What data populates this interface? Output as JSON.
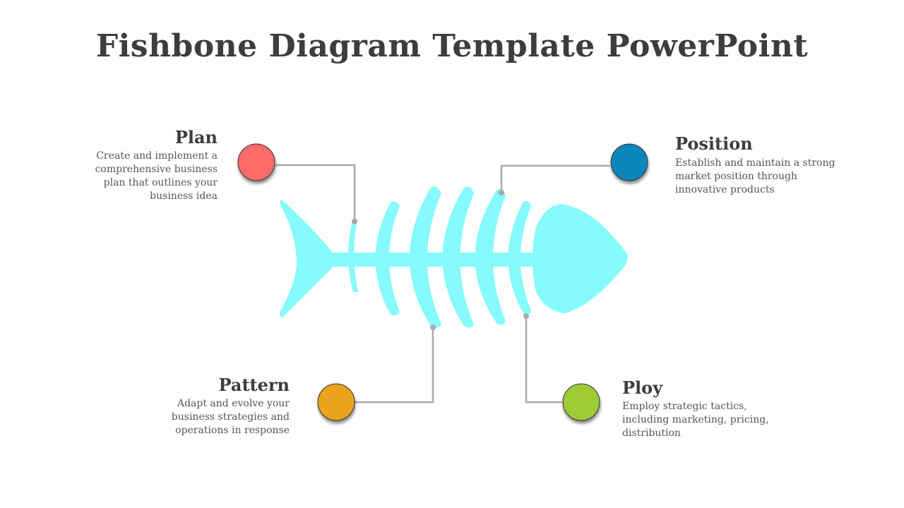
{
  "title": "Fishbone Diagram Template PowerPoint",
  "fish_color": "#86fafe",
  "connector_color": "#a8a8a8",
  "items": [
    {
      "heading": "Plan",
      "text": "Create and implement a comprehensive business plan that outlines your business idea",
      "color": "#ff6b6b"
    },
    {
      "heading": "Position",
      "text": "Establish and maintain a strong market position through innovative products",
      "color": "#0a86bd"
    },
    {
      "heading": "Pattern",
      "text": "Adapt and evolve your business strategies and operations in response",
      "color": "#e9a31f"
    },
    {
      "heading": "Ploy",
      "text": "Employ strategic tactics, including marketing, pricing, distribution",
      "color": "#9ccb35"
    }
  ]
}
